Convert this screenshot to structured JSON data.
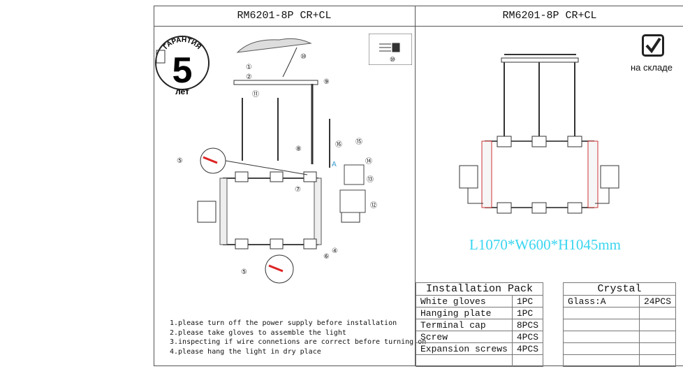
{
  "left_title": "RM6201-8P CR+CL",
  "right_title": "RM6201-8P CR+CL",
  "warranty": {
    "number": "5",
    "top_text": "ГАРАНТИЯ",
    "bottom_text": "лет"
  },
  "callouts": [
    "①",
    "②",
    "⑨",
    "⑩",
    "⑪",
    "⑧",
    "⑯",
    "⑮",
    "⑭",
    "⑬",
    "⑫",
    "⑦",
    "④",
    "⑥",
    "⑤",
    "A"
  ],
  "notes": [
    "1.please turn off the power supply before installation",
    "2.please take gloves to assemble the light",
    "3.inspecting if wire connetions are correct before turning on",
    "4.please hang the light in dry place"
  ],
  "stock_label": "на складе",
  "dimensions": "L1070*W600*H1045mm",
  "installation_pack": {
    "header": "Installation Pack",
    "rows": [
      [
        "White gloves",
        "1PC"
      ],
      [
        "Hanging plate",
        "1PC"
      ],
      [
        "Terminal cap",
        "8PCS"
      ],
      [
        "Screw",
        "4PCS"
      ],
      [
        "Expansion screws",
        "4PCS"
      ],
      [
        "",
        ""
      ]
    ]
  },
  "crystal": {
    "header": "Crystal",
    "rows": [
      [
        "Glass:A",
        "24PCS"
      ],
      [
        "",
        ""
      ],
      [
        "",
        ""
      ],
      [
        "",
        ""
      ],
      [
        "",
        ""
      ],
      [
        "",
        ""
      ]
    ]
  }
}
